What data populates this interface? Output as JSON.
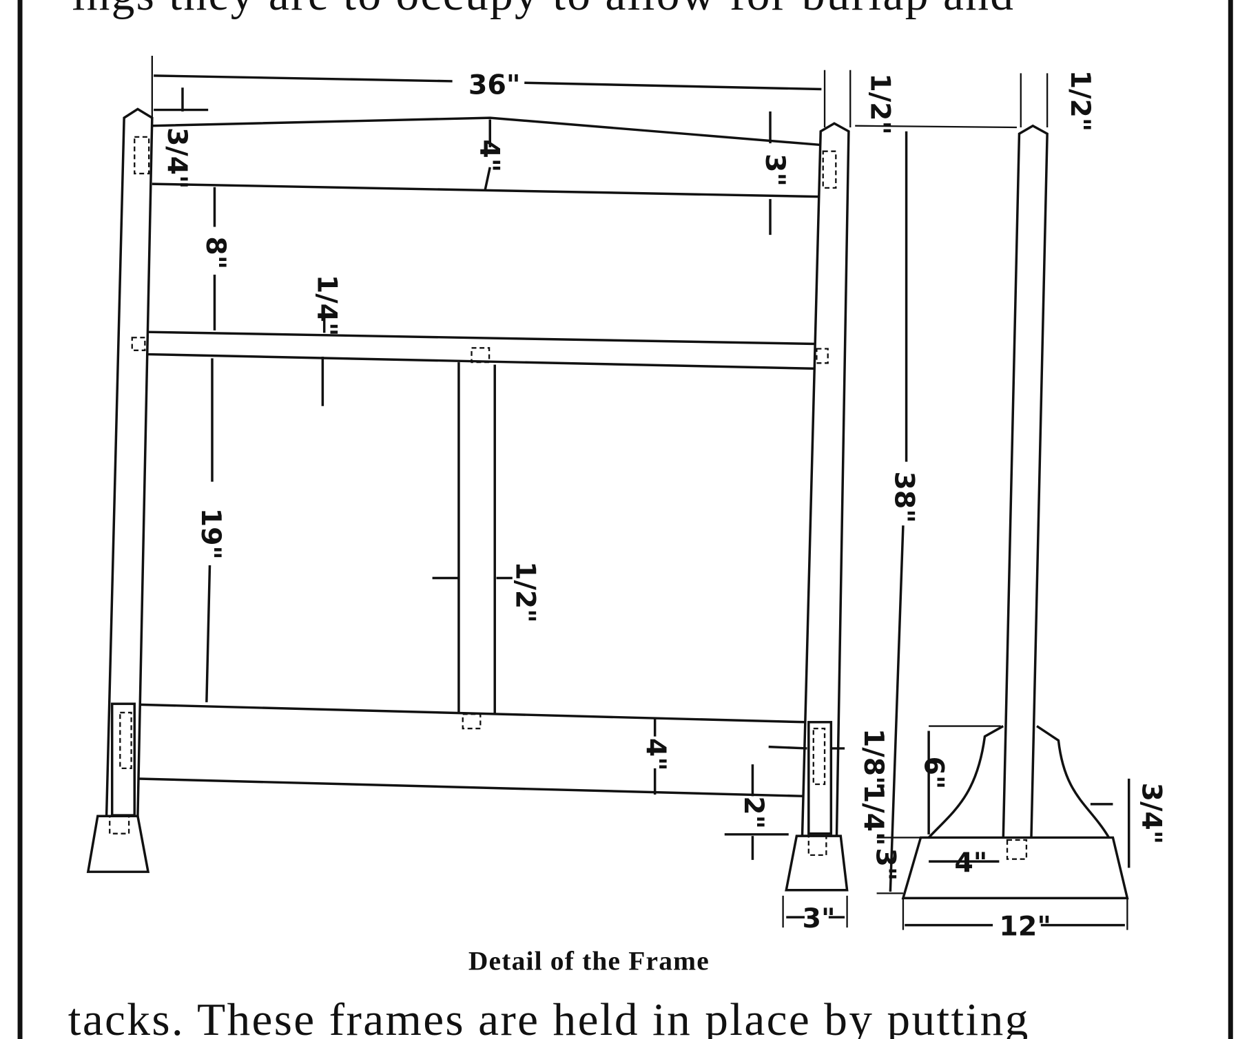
{
  "text": {
    "top_line": "ings they are to occupy to allow for burlap and",
    "caption": "Detail of the Frame",
    "bottom_line": "tacks. These frames are held in place by putting"
  },
  "dimensions": {
    "overall_width": "36\"",
    "post_width_front": "1/2\"",
    "post_width_side": "1/2\"",
    "top_rail_offset": "3/4\"",
    "top_rail_center": "4\"",
    "top_rail_end": "3\"",
    "upper_gap": "8\"",
    "middle_rail": "1/4\"",
    "stile_width": "1/2\"",
    "lower_gap": "19\"",
    "bottom_rail": "4\"",
    "bottom_rail_clear": "2\"",
    "tenon_width": "1/8\"",
    "post_thickness": "1/4\"",
    "overall_height": "38\"",
    "bracket_height": "6\"",
    "bracket_inset": "3/4\"",
    "foot_height": "3\"",
    "foot_top": "4\"",
    "foot_width_front": "3\"",
    "foot_width_side": "12\""
  }
}
